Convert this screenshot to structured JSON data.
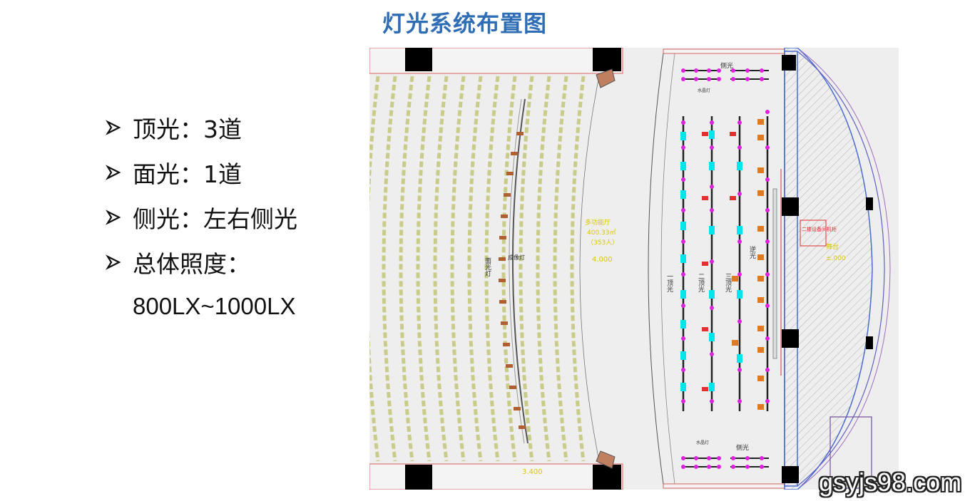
{
  "title": "灯光系统布置图",
  "bullets": [
    {
      "label": "顶光：3道"
    },
    {
      "label": "面光：1道"
    },
    {
      "label": "侧光：左右侧光"
    },
    {
      "label": "总体照度："
    }
  ],
  "illuminance_value": "800LX~1000LX",
  "plan": {
    "labels": {
      "side_light_top": "侧光",
      "side_light_bottom": "侧光",
      "face_light": "面光灯",
      "imaging_light": "成像灯",
      "hall_name": "多功能厅",
      "hall_area": "400.33㎡",
      "hall_capacity": "（353人）",
      "hall_height": "4.000",
      "top_light_1": "一顶光",
      "top_light_2": "二顶光",
      "top_light_3": "三顶光",
      "back_light": "逆光",
      "room_box": "二楼设备间机柜",
      "stage_label": "舞台",
      "stage_height": "±.000",
      "left_height": "3.400",
      "small_label_1": "水晶灯",
      "small_label_2": "水晶灯"
    }
  },
  "watermark": "gsyjs98.com",
  "colors": {
    "title": "#2f6db5",
    "magenta": "#e020e0",
    "cyan": "#00e5ee",
    "orange": "#e07a20",
    "yellow_label": "#d8c800"
  }
}
